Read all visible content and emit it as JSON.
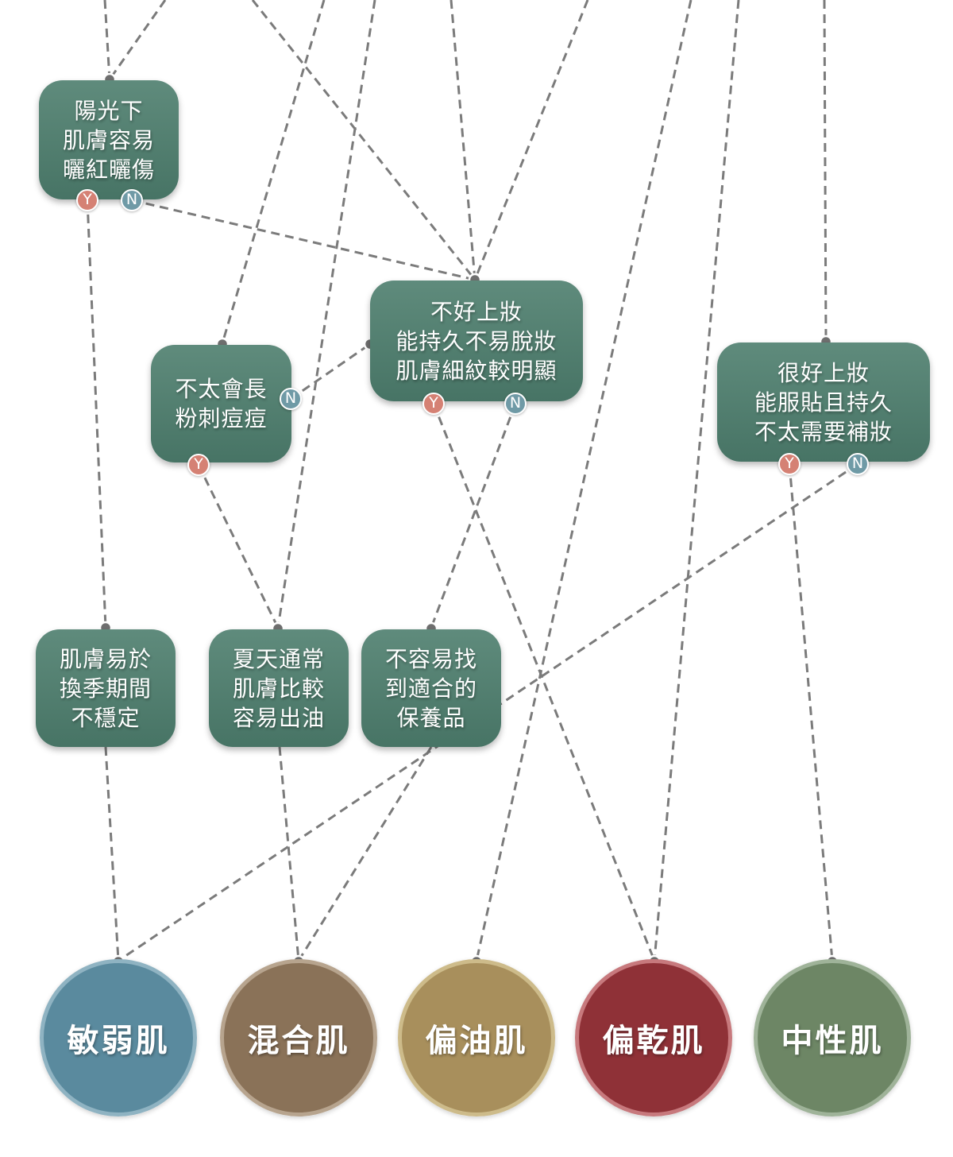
{
  "answer_labels": {
    "yes": "Y",
    "no": "N"
  },
  "questions": [
    {
      "id": "sun",
      "lines": [
        "陽光下",
        "肌膚容易",
        "曬紅曬傷"
      ]
    },
    {
      "id": "makeup",
      "lines": [
        "不好上妝",
        "能持久不易脫妝",
        "肌膚細紋較明顯"
      ]
    },
    {
      "id": "acne",
      "lines": [
        "不太會長",
        "粉刺痘痘"
      ]
    },
    {
      "id": "good_makeup",
      "lines": [
        "很好上妝",
        "能服貼且持久",
        "不太需要補妝"
      ]
    },
    {
      "id": "season",
      "lines": [
        "肌膚易於",
        "換季期間",
        "不穩定"
      ]
    },
    {
      "id": "summer",
      "lines": [
        "夏天通常",
        "肌膚比較",
        "容易出油"
      ]
    },
    {
      "id": "products",
      "lines": [
        "不容易找",
        "到適合的",
        "保養品"
      ]
    }
  ],
  "results": [
    {
      "id": "sensitive",
      "label": "敏弱肌",
      "color": "#5a8a9e",
      "border": "#8fb3c2"
    },
    {
      "id": "combination",
      "label": "混合肌",
      "color": "#8a7258",
      "border": "#b7a48e"
    },
    {
      "id": "oily",
      "label": "偏油肌",
      "color": "#a88f5c",
      "border": "#cdbb8a"
    },
    {
      "id": "dry",
      "label": "偏乾肌",
      "color": "#8f3137",
      "border": "#c7797d"
    },
    {
      "id": "normal",
      "label": "中性肌",
      "color": "#6d8665",
      "border": "#9fb399"
    }
  ]
}
